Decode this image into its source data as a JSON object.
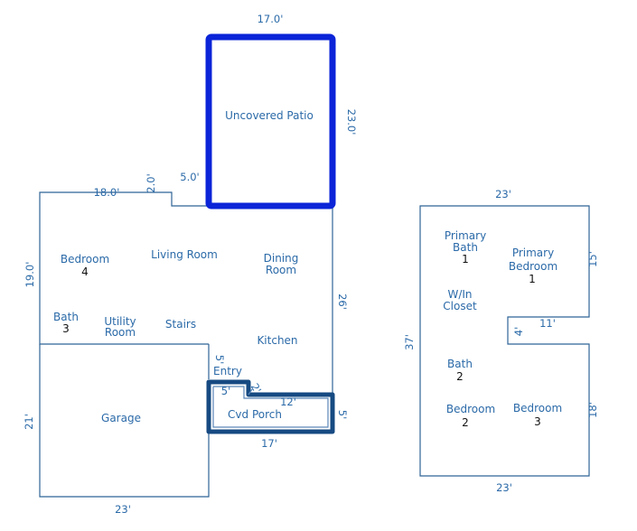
{
  "rooms": {
    "uncovered_patio": "Uncovered Patio",
    "bedroom4": "Bedroom",
    "bedroom4_num": "4",
    "living_room": "Living Room",
    "dining_room_1": "Dining",
    "dining_room_2": "Room",
    "bath3": "Bath",
    "bath3_num": "3",
    "utility_1": "Utility",
    "utility_2": "Room",
    "stairs": "Stairs",
    "kitchen": "Kitchen",
    "entry": "Entry",
    "garage": "Garage",
    "cvd_porch": "Cvd Porch",
    "primary_bath_1": "Primary",
    "primary_bath_2": "Bath",
    "primary_bath_num": "1",
    "primary_bedroom_1": "Primary",
    "primary_bedroom_2": "Bedroom",
    "primary_bedroom_num": "1",
    "closet_1": "W/In",
    "closet_2": "Closet",
    "bath2": "Bath",
    "bath2_num": "2",
    "bedroom2": "Bedroom",
    "bedroom2_num": "2",
    "bedroom3": "Bedroom",
    "bedroom3_num": "3"
  },
  "dimensions": {
    "patio_top": "17.0'",
    "patio_right": "23.0'",
    "patio_step": "5.0'",
    "step_height": "2.0'",
    "main_top": "18.0'",
    "main_left": "19.0'",
    "right_wall": "26'",
    "garage_left": "21'",
    "garage_bottom": "23'",
    "porch_bottom": "17'",
    "porch_top": "12'",
    "porch_right": "5'",
    "entry_width": "5'",
    "entry_height": "5'",
    "entry_diag": "2'",
    "upper_top": "23'",
    "upper_right_top": "15'",
    "upper_notch_width": "11'",
    "upper_notch_height": "4'",
    "upper_left": "37'",
    "upper_right_bottom": "18'",
    "upper_bottom": "23'"
  }
}
